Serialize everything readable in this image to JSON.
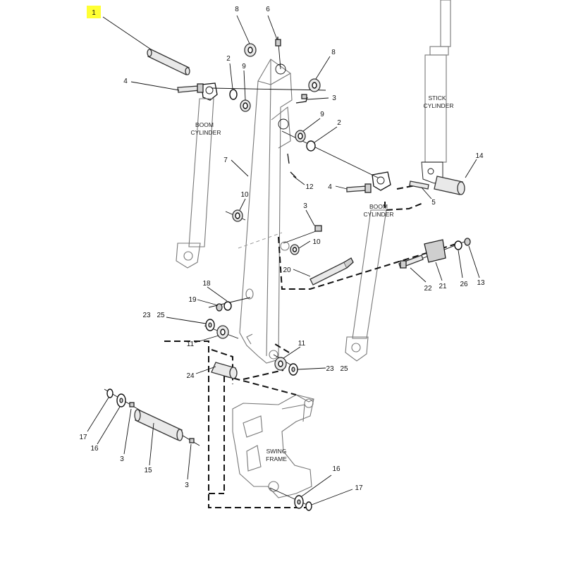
{
  "captions": {
    "boom_cylinder_left": [
      "BOOM",
      "CYLINDER"
    ],
    "boom_cylinder_right": [
      "BOOM",
      "CYLINDER"
    ],
    "stick_cylinder": [
      "STICK",
      "CYLINDER"
    ],
    "swing_frame": [
      "SWING",
      "FRAME"
    ]
  },
  "callouts": [
    {
      "id": "c1",
      "text": "1",
      "highlighted": true
    },
    {
      "id": "c8a",
      "text": "8"
    },
    {
      "id": "c6",
      "text": "6"
    },
    {
      "id": "c8b",
      "text": "8"
    },
    {
      "id": "c2a",
      "text": "2"
    },
    {
      "id": "c9a",
      "text": "9"
    },
    {
      "id": "c4a",
      "text": "4"
    },
    {
      "id": "c3a",
      "text": "3"
    },
    {
      "id": "c9b",
      "text": "9"
    },
    {
      "id": "c2b",
      "text": "2"
    },
    {
      "id": "c7",
      "text": "7"
    },
    {
      "id": "c14",
      "text": "14"
    },
    {
      "id": "c12",
      "text": "12"
    },
    {
      "id": "c4b",
      "text": "4"
    },
    {
      "id": "c10a",
      "text": "10"
    },
    {
      "id": "c5",
      "text": "5"
    },
    {
      "id": "c3b",
      "text": "3"
    },
    {
      "id": "c10b",
      "text": "10"
    },
    {
      "id": "c20",
      "text": "20"
    },
    {
      "id": "c22",
      "text": "22"
    },
    {
      "id": "c21",
      "text": "21"
    },
    {
      "id": "c26",
      "text": "26"
    },
    {
      "id": "c13",
      "text": "13"
    },
    {
      "id": "c18",
      "text": "18"
    },
    {
      "id": "c19",
      "text": "19"
    },
    {
      "id": "c23a",
      "text": "23"
    },
    {
      "id": "c25a",
      "text": "25"
    },
    {
      "id": "c11a",
      "text": "11"
    },
    {
      "id": "c11b",
      "text": "11"
    },
    {
      "id": "c24",
      "text": "24"
    },
    {
      "id": "c23b",
      "text": "23"
    },
    {
      "id": "c25b",
      "text": "25"
    },
    {
      "id": "c17a",
      "text": "17"
    },
    {
      "id": "c16a",
      "text": "16"
    },
    {
      "id": "c3c",
      "text": "3"
    },
    {
      "id": "c15",
      "text": "15"
    },
    {
      "id": "c3d",
      "text": "3"
    },
    {
      "id": "c16b",
      "text": "16"
    },
    {
      "id": "c17b",
      "text": "17"
    }
  ],
  "colors": {
    "highlight": "#ffff33",
    "ink": "#111111"
  }
}
